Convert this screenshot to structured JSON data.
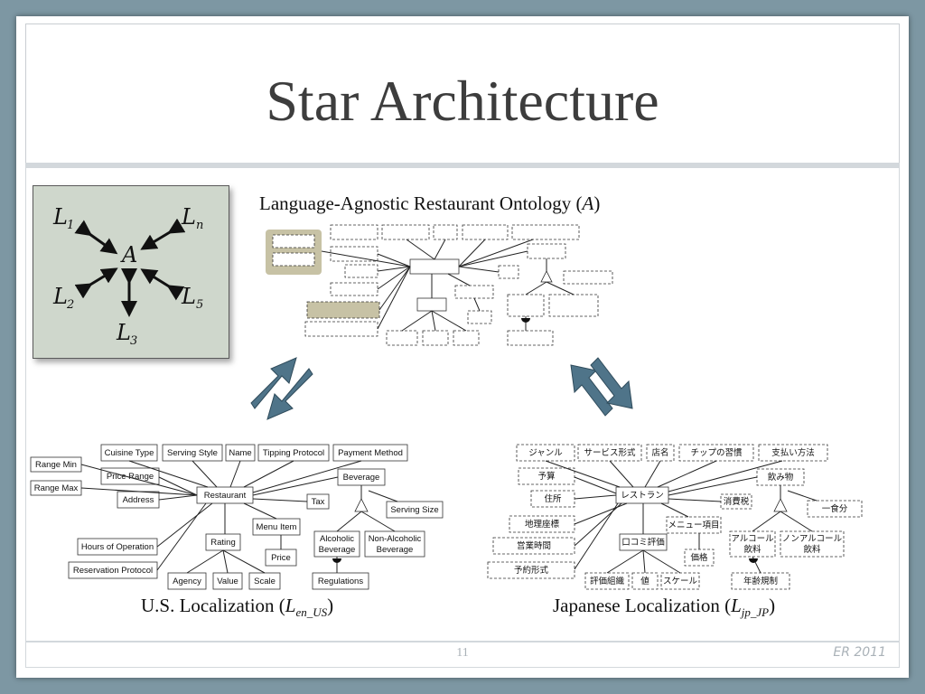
{
  "slide": {
    "title": "Star Architecture",
    "page_number": "11",
    "footer_tag": "ER 2011"
  },
  "star": {
    "center": "A",
    "nodes": [
      {
        "symbol": "L",
        "sub": "1"
      },
      {
        "symbol": "L",
        "sub": "n"
      },
      {
        "symbol": "L",
        "sub": "2"
      },
      {
        "symbol": "L",
        "sub": "5"
      },
      {
        "symbol": "L",
        "sub": "3"
      }
    ]
  },
  "ontology": {
    "caption_text": "Language-Agnostic Restaurant Ontology (",
    "caption_symbol": "A",
    "caption_close": ")"
  },
  "us": {
    "caption_text": "U.S. Localization (",
    "caption_symbol": "L",
    "caption_sub": "en_US",
    "caption_close": ")",
    "labels": {
      "cuisine": "Cuisine Type",
      "serving_style": "Serving Style",
      "name": "Name",
      "tipping": "Tipping Protocol",
      "payment": "Payment Method",
      "range_min": "Range Min",
      "range_max": "Range Max",
      "price_range": "Price Range",
      "address": "Address",
      "restaurant": "Restaurant",
      "beverage": "Beverage",
      "tax": "Tax",
      "serving_size": "Serving Size",
      "menu_item": "Menu Item",
      "price": "Price",
      "rating": "Rating",
      "hours": "Hours of Operation",
      "reservation": "Reservation Protocol",
      "agency": "Agency",
      "value": "Value",
      "scale": "Scale",
      "alcoholic_1": "Alcoholic",
      "alcoholic_2": "Beverage",
      "nonalcoholic_1": "Non-Alcoholic",
      "nonalcoholic_2": "Beverage",
      "regulations": "Regulations"
    }
  },
  "jp": {
    "caption_text": "Japanese Localization (",
    "caption_symbol": "L",
    "caption_sub": "jp_JP",
    "caption_close": ")",
    "labels": {
      "genre": "ジャンル",
      "service": "サービス形式",
      "shopname": "店名",
      "tip": "チップの習慣",
      "payment": "支払い方法",
      "budget": "予算",
      "address": "住所",
      "restaurant": "レストラン",
      "drink": "飲み物",
      "consumption_tax": "消費税",
      "ichijokubun": "一食分",
      "geo": "地理座標",
      "menu": "メニュー項目",
      "hours": "営業時間",
      "review": "口コミ評価",
      "alcohol_1": "アルコール",
      "alcohol_2": "飲料",
      "nonalcohol_1": "ノンアルコール",
      "nonalcohol_2": "飲料",
      "price": "価格",
      "reservation": "予約形式",
      "org": "評価組織",
      "val": "値",
      "scale": "スケール",
      "age": "年齢規制"
    }
  },
  "colors": {
    "slide_frame": "#7d97a3",
    "arrow_fill": "#4f7489",
    "star_panel": "#cfd7cc",
    "highlight": "#c7c2a5"
  }
}
